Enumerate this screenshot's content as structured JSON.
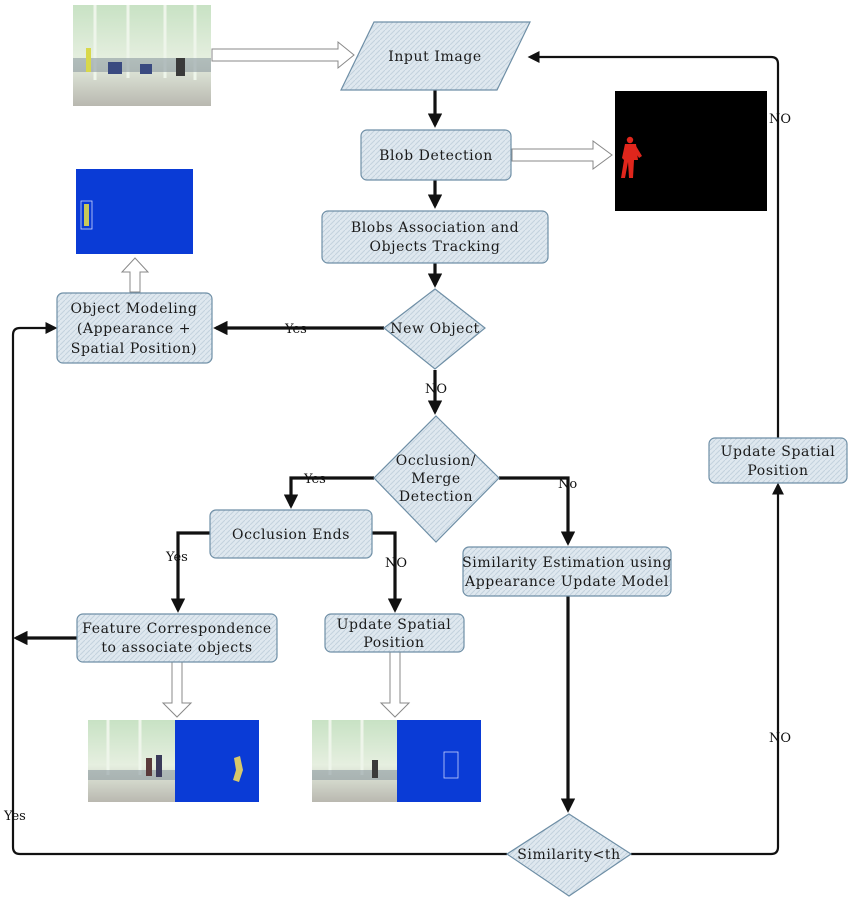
{
  "nodes": {
    "input_image": "Input Image",
    "blob_detection": "Blob Detection",
    "blobs_association": [
      "Blobs Association and",
      "Objects Tracking"
    ],
    "new_object": "New Object",
    "object_modeling": [
      "Object Modeling",
      "(Appearance +",
      "Spatial Position)"
    ],
    "occlusion_merge": [
      "Occlusion/",
      "Merge",
      "Detection"
    ],
    "occlusion_ends": "Occlusion Ends",
    "similarity_estimation": [
      "Similarity Estimation using",
      "Appearance Update Model"
    ],
    "feature_correspondence": [
      "Feature Correspondence",
      "to associate objects"
    ],
    "update_spatial_mid": [
      "Update Spatial",
      "Position"
    ],
    "update_spatial_right": [
      "Update Spatial",
      "Position"
    ],
    "similarity_th": "Similarity<th"
  },
  "edges": {
    "new_object_yes": "Yes",
    "new_object_no": "NO",
    "occlusion_yes": "Yes",
    "occlusion_no": "No",
    "ends_yes": "Yes",
    "ends_no": "NO",
    "similarity_yes": "Yes",
    "similarity_no": "NO",
    "loop_no": "NO"
  },
  "colors": {
    "mask_blue": "#0a3bd6",
    "background_black": "#000000",
    "blob_red": "#e0261c",
    "node_border": "#6f8fa6"
  }
}
